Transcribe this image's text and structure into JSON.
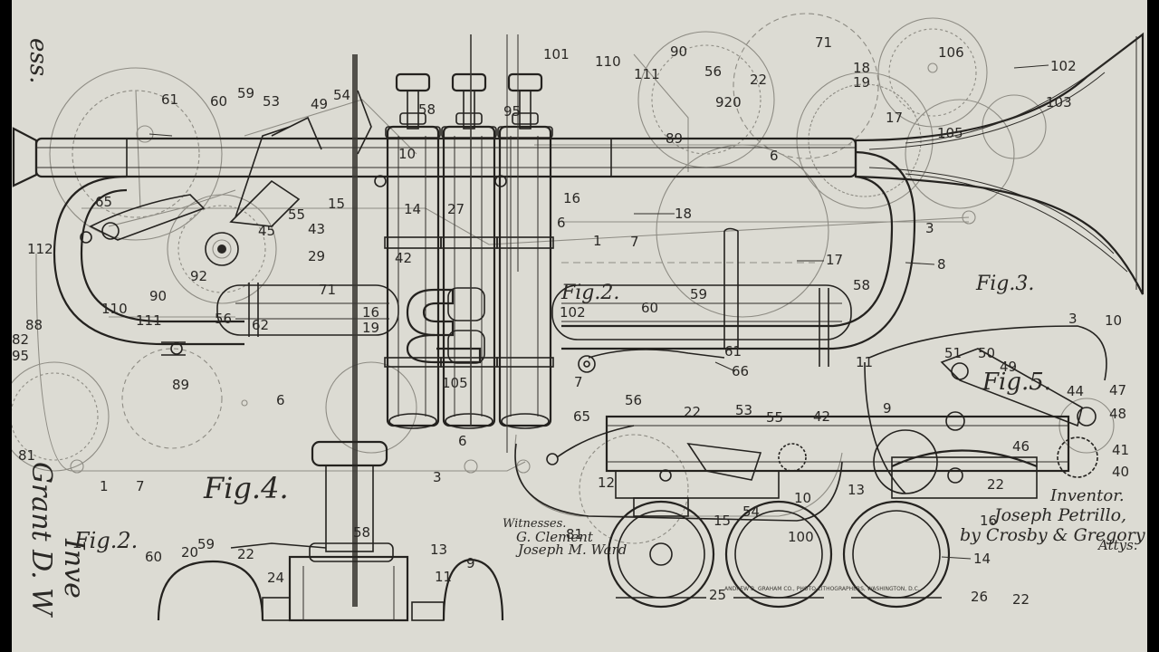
{
  "figure_labels": {
    "fig2_center": "Fig.2.",
    "fig3": "Fig.3.",
    "fig4": "Fig.4.",
    "fig2_left": "Fig.2.",
    "fig5": "Fig.5."
  },
  "margin_text": {
    "top_left": "ess.",
    "inventor_left": "Grant D. W",
    "inventor_left2": "Inve"
  },
  "signature_block": {
    "inventor_label": "Inventor.",
    "inventor_name": "Joseph Petrillo,",
    "attorneys": "by Crosby & Gregory",
    "attys": "Attys."
  },
  "witness_block": {
    "label": "Witnesses.",
    "witness1": "G. Clement",
    "witness2": "Joseph M. Ward"
  },
  "printer_imprint": "ANDREW B. GRAHAM CO., PHOTO-LITHOGRAPHERS, WASHINGTON, D.C.",
  "ref_numbers": {
    "r1": "1",
    "r3": "3",
    "r6": "6",
    "r7": "7",
    "r8": "8",
    "r9": "9",
    "r10": "10",
    "r11": "11",
    "r12": "12",
    "r13": "13",
    "r14": "14",
    "r15": "15",
    "r16": "16",
    "r17": "17",
    "r18": "18",
    "r19": "19",
    "r20": "20",
    "r22": "22",
    "r24": "24",
    "r25": "25",
    "r26": "26",
    "r27": "27",
    "r29": "29",
    "r40": "40",
    "r41": "41",
    "r42": "42",
    "r43": "43",
    "r44": "44",
    "r45": "45",
    "r46": "46",
    "r47": "47",
    "r48": "48",
    "r49": "49",
    "r50": "50",
    "r51": "51",
    "r53": "53",
    "r54": "54",
    "r55": "55",
    "r56": "56",
    "r58": "58",
    "r59": "59",
    "r60": "60",
    "r61": "61",
    "r62": "62",
    "r65": "65",
    "r66": "66",
    "r71": "71",
    "r81": "81",
    "r82": "82",
    "r88": "88",
    "r89": "89",
    "r90": "90",
    "r92": "92",
    "r95": "95",
    "r100": "100",
    "r101": "101",
    "r102": "102",
    "r103": "103",
    "r105": "105",
    "r106": "106",
    "r110": "110",
    "r111": "111",
    "r112": "112",
    "r920": "920"
  },
  "colors": {
    "paper": "#dcdbd3",
    "ink": "#24221f",
    "faint_ink": "#8e8c84",
    "letterbox": "#000000"
  }
}
